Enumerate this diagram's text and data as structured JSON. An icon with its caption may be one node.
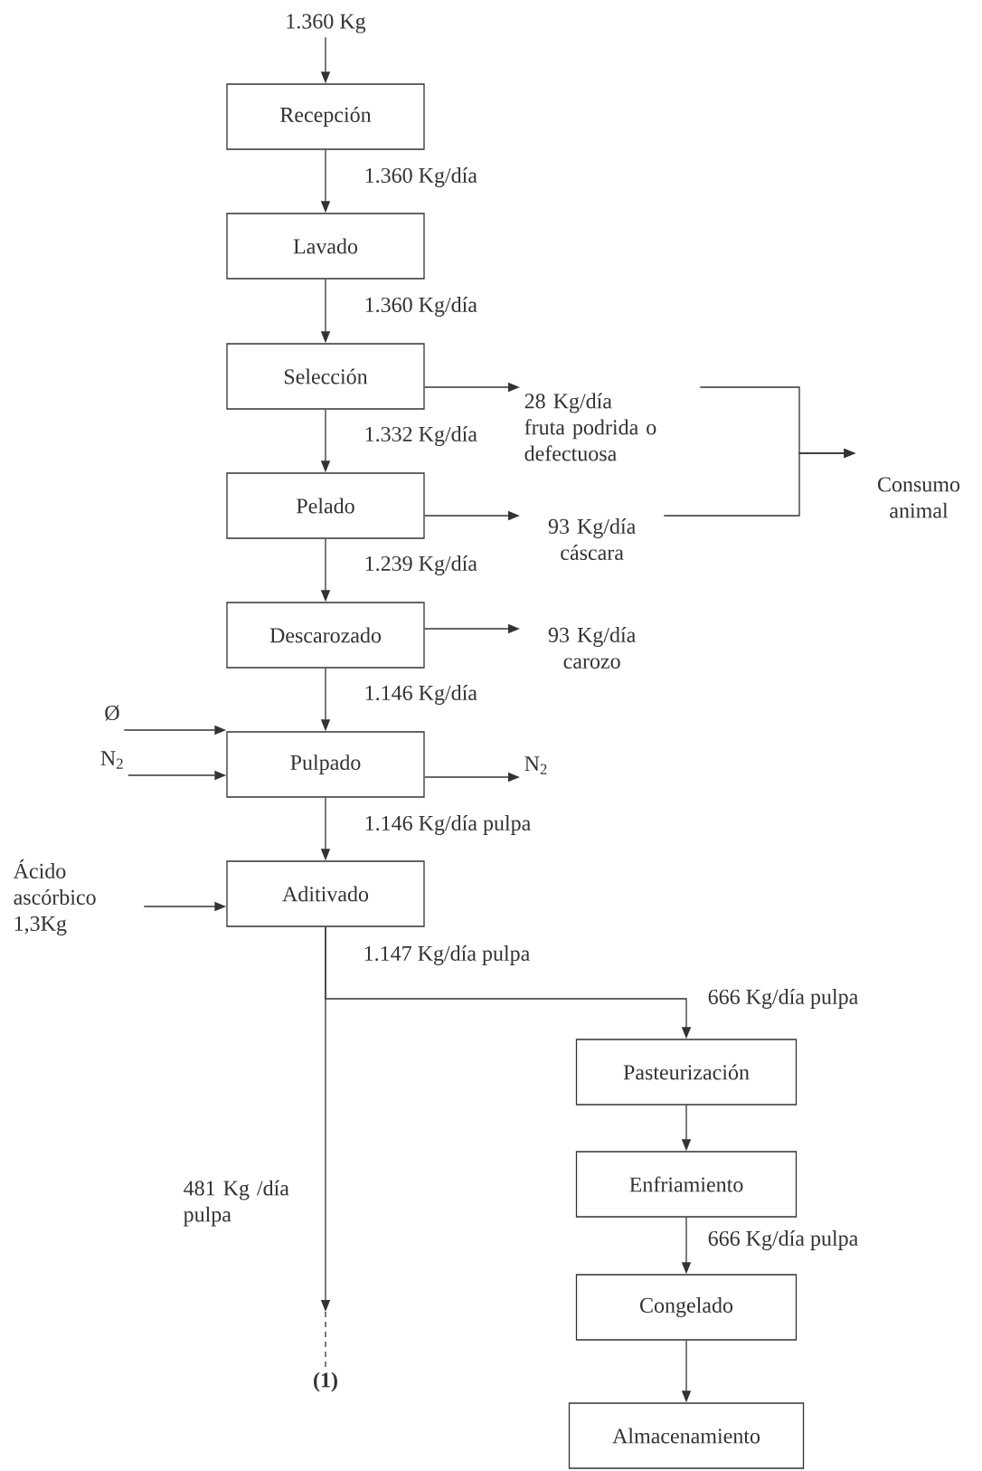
{
  "diagram": {
    "nodes": [
      {
        "text": [
          "1.360 Kg"
        ]
      },
      {
        "text": [
          "Recepción"
        ]
      },
      {
        "text": [
          "Lavado"
        ]
      },
      {
        "text": [
          "Selección"
        ]
      },
      {
        "text": [
          "Pelado"
        ]
      },
      {
        "text": [
          "Descarozado"
        ]
      },
      {
        "text": [
          "Pulpado"
        ]
      },
      {
        "text": [
          "Aditivado"
        ]
      },
      {
        "text": [
          "Pasteurización"
        ]
      },
      {
        "text": [
          "Enfriamiento"
        ]
      },
      {
        "text": [
          "Congelado"
        ]
      },
      {
        "text": [
          "Almacenamiento"
        ]
      },
      {
        "text": [
          "28 Kg/día fruta podrida o defectuosa"
        ]
      },
      {
        "text": [
          "93 Kg/día cáscara"
        ]
      },
      {
        "text": [
          "93 Kg/día carozo"
        ]
      },
      {
        "text": [
          "Consumo animal"
        ]
      },
      {
        "text": [
          "Ø"
        ]
      },
      {
        "text": [
          "N$_{2}$"
        ]
      },
      {
        "text": [
          "N$_{2}$"
        ]
      },
      {
        "text": [
          "Ácido ascórbico 1,3Kg"
        ]
      },
      {
        "text": [
          "(1)"
        ]
      }
    ],
    "edges": [
      {
        "from": 0,
        "to": 1,
        "arrow": "to"
      },
      {
        "from": 1,
        "to": 2,
        "arrow": "to",
        "label": "1.360 Kg/día"
      },
      {
        "from": 2,
        "to": 3,
        "arrow": "to",
        "label": "1.360 Kg/día"
      },
      {
        "from": 3,
        "to": 4,
        "arrow": "to",
        "label": "1.332 Kg/día"
      },
      {
        "from": 4,
        "to": 5,
        "arrow": "to",
        "label": "1.239 Kg/día"
      },
      {
        "from": 5,
        "to": 6,
        "arrow": "to",
        "label": "1.146 Kg/día"
      },
      {
        "from": 6,
        "to": 7,
        "arrow": "to",
        "label": "1.146 Kg/día pulpa"
      },
      {
        "from": 7,
        "to": 8,
        "arrow": "to",
        "label": "666 Kg/día pulpa"
      },
      {
        "from": 7,
        "to": 20,
        "arrow": "to",
        "label": "481 Kg /día pulpa"
      },
      {
        "from": 8,
        "to": 9,
        "arrow": "to"
      },
      {
        "from": 9,
        "to": 10,
        "arrow": "to",
        "label": "666 Kg/día pulpa"
      },
      {
        "from": 10,
        "to": 11,
        "arrow": "to"
      },
      {
        "from": 3,
        "to": 12,
        "arrow": "to"
      },
      {
        "from": 4,
        "to": 13,
        "arrow": "to"
      },
      {
        "from": 5,
        "to": 14,
        "arrow": "to"
      },
      {
        "from": 6,
        "to": 18,
        "arrow": "to"
      },
      {
        "from": 16,
        "to": 6,
        "arrow": "to"
      },
      {
        "from": 17,
        "to": 6,
        "arrow": "to"
      },
      {
        "from": 19,
        "to": 7,
        "arrow": "to"
      },
      {
        "from": 12,
        "to": 15,
        "arrow": "to"
      },
      {
        "from": 13,
        "to": 15,
        "arrow": "to"
      }
    ],
    "labels": [
      "1.147 Kg/día pulpa"
    ]
  }
}
